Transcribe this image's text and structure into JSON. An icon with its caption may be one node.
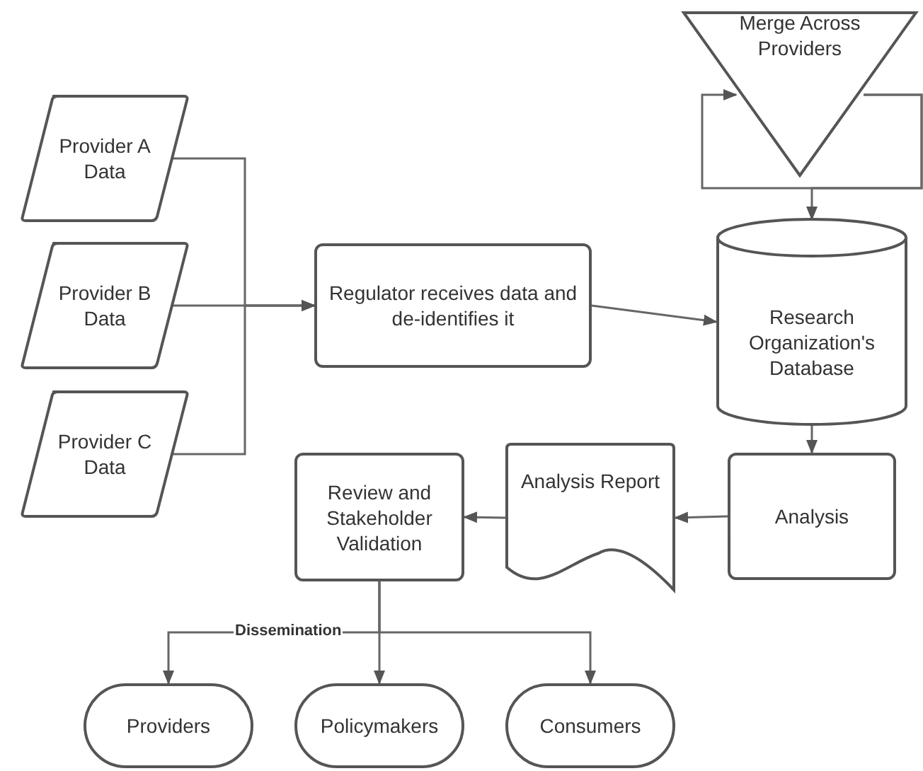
{
  "diagram": {
    "nodes": [
      {
        "text": [
          "Provider A Data"
        ]
      },
      {
        "text": [
          "Provider B Data"
        ]
      },
      {
        "text": [
          "Provider C Data"
        ]
      },
      {
        "text": [
          "Regulator receives data and de-identifies it"
        ]
      },
      {
        "text": [
          "Merge Across Providers"
        ]
      },
      {
        "text": [
          "Research Organization's Database"
        ]
      },
      {
        "text": [
          "Analysis"
        ]
      },
      {
        "text": [
          "Analysis Report"
        ]
      },
      {
        "text": [
          "Review and Stakeholder Validation"
        ]
      },
      {
        "text": [
          "Providers"
        ]
      },
      {
        "text": [
          "Policymakers"
        ]
      },
      {
        "text": [
          "Consumers"
        ]
      }
    ],
    "edges": [
      {
        "from": 0,
        "to": 3,
        "arrow": "to"
      },
      {
        "from": 1,
        "to": 3,
        "arrow": "to"
      },
      {
        "from": 2,
        "to": 3,
        "arrow": "to"
      },
      {
        "from": 3,
        "to": 5,
        "arrow": "to"
      },
      {
        "from": 4,
        "to": 4,
        "arrow": "to"
      },
      {
        "from": 4,
        "to": 5,
        "arrow": "to"
      },
      {
        "from": 5,
        "to": 6,
        "arrow": "to"
      },
      {
        "from": 6,
        "to": 7,
        "arrow": "to"
      },
      {
        "from": 7,
        "to": 8,
        "arrow": "to"
      },
      {
        "from": 8,
        "to": 9,
        "arrow": "to",
        "label": "Dissemination"
      },
      {
        "from": 8,
        "to": 10,
        "arrow": "to"
      },
      {
        "from": 8,
        "to": 11,
        "arrow": "to"
      }
    ]
  }
}
